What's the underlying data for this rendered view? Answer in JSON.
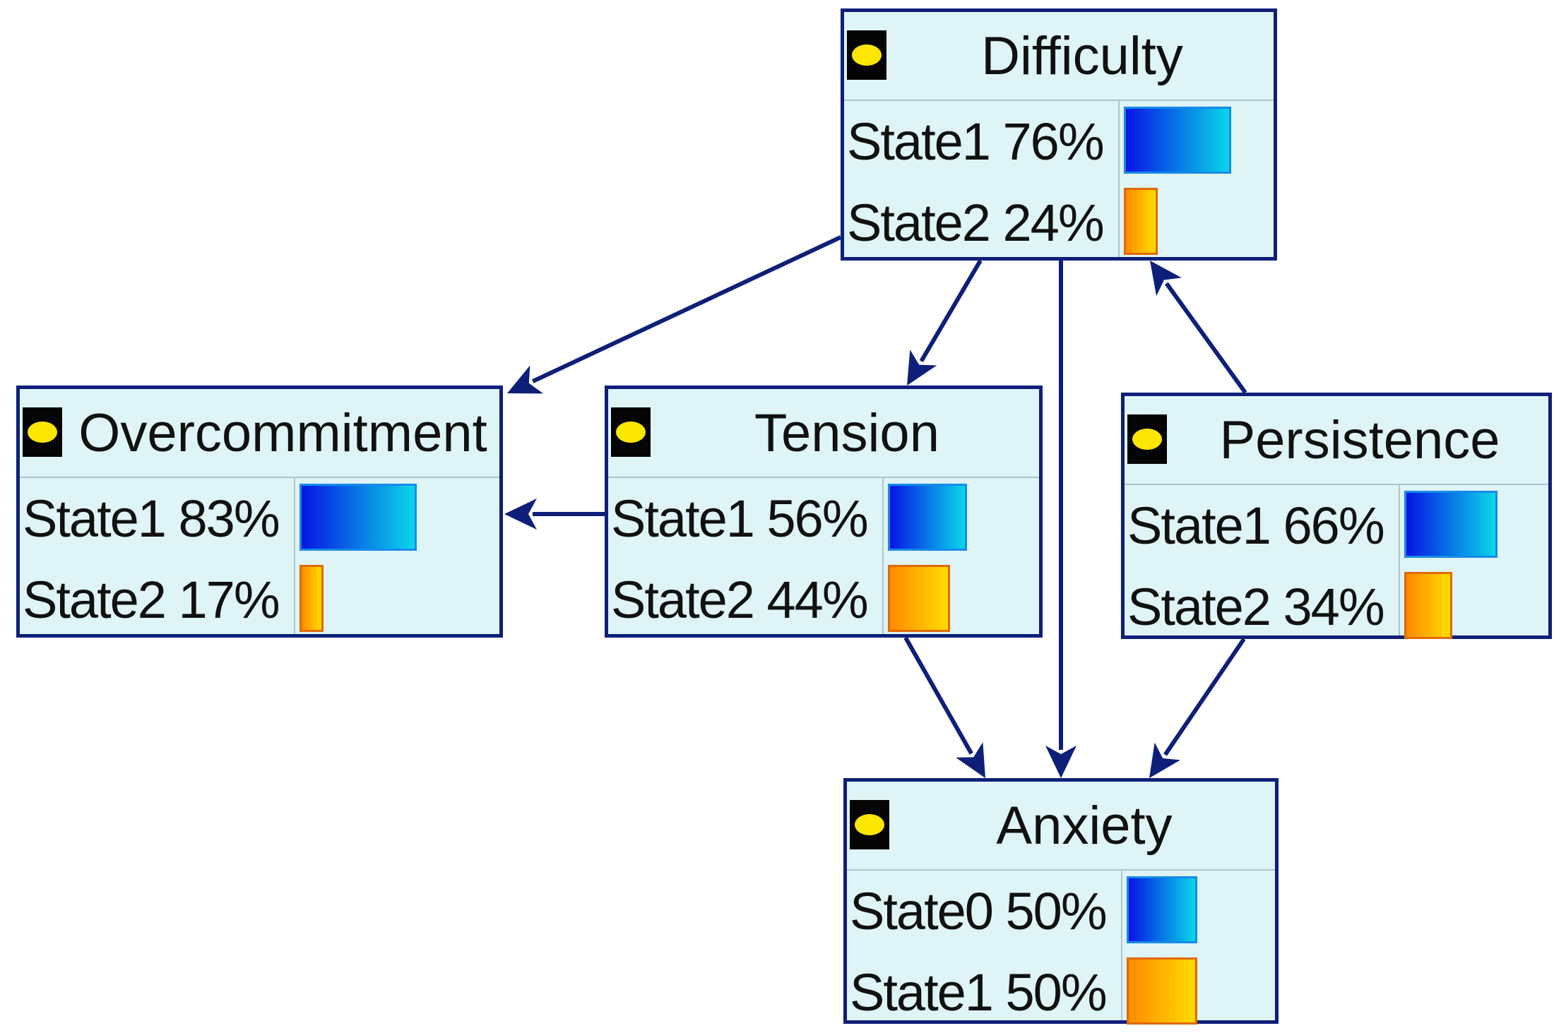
{
  "diagram": {
    "edge_color": "#0e1f7a",
    "nodes": [
      {
        "id": "difficulty",
        "title": "Difficulty",
        "states": [
          {
            "label": "State1 76%",
            "value": 76
          },
          {
            "label": "State2 24%",
            "value": 24
          }
        ]
      },
      {
        "id": "overcommitment",
        "title": "Overcommitment",
        "states": [
          {
            "label": "State1 83%",
            "value": 83
          },
          {
            "label": "State2 17%",
            "value": 17
          }
        ]
      },
      {
        "id": "tension",
        "title": "Tension",
        "states": [
          {
            "label": "State1 56%",
            "value": 56
          },
          {
            "label": "State2 44%",
            "value": 44
          }
        ]
      },
      {
        "id": "persistence",
        "title": "Persistence",
        "states": [
          {
            "label": "State1 66%",
            "value": 66
          },
          {
            "label": "State2 34%",
            "value": 34
          }
        ]
      },
      {
        "id": "anxiety",
        "title": "Anxiety",
        "states": [
          {
            "label": "State0 50%",
            "value": 50
          },
          {
            "label": "State1 50%",
            "value": 50
          }
        ]
      }
    ],
    "edges": [
      {
        "from": "difficulty",
        "to": "overcommitment"
      },
      {
        "from": "difficulty",
        "to": "tension"
      },
      {
        "from": "difficulty",
        "to": "anxiety"
      },
      {
        "from": "persistence",
        "to": "difficulty"
      },
      {
        "from": "tension",
        "to": "overcommitment"
      },
      {
        "from": "tension",
        "to": "anxiety"
      },
      {
        "from": "persistence",
        "to": "anxiety"
      }
    ]
  }
}
